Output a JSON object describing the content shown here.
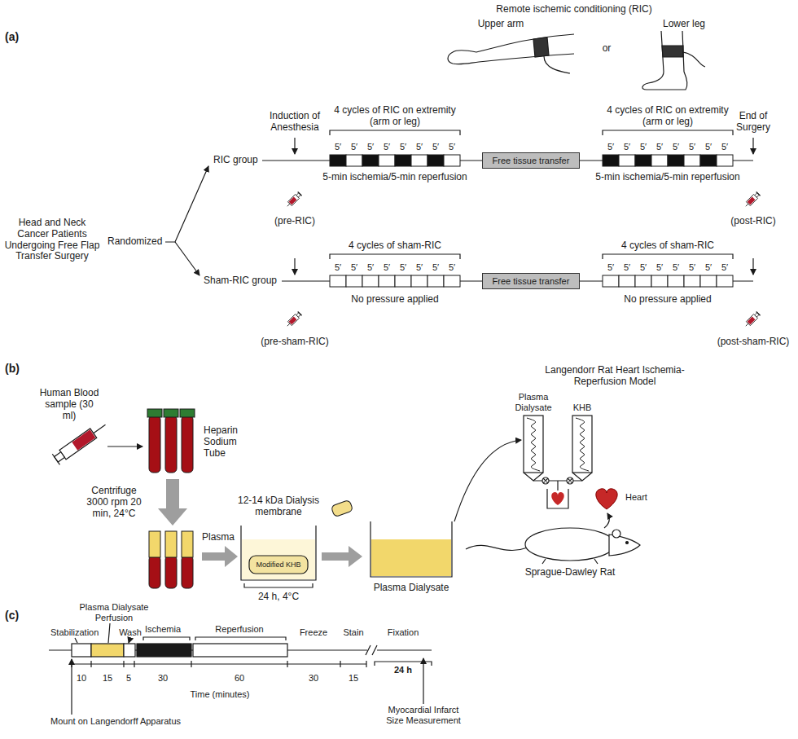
{
  "diagram": {
    "nodes": [
      {
        "text": [
          "Free tissue transfer"
        ]
      },
      {
        "text": [
          "Free tissue transfer"
        ]
      }
    ],
    "labels": [
      "(a)",
      "Remote ischemic conditioning (RIC)",
      "Upper arm",
      "or",
      "Lower leg",
      "Head and Neck Cancer Patients Undergoing Free Flap Transfer Surgery",
      "Randomized",
      "RIC group",
      "Induction of Anesthesia",
      "4 cycles of RIC on extremity (arm or leg)",
      "4 cycles of RIC on extremity (arm or leg)",
      "End of Surgery",
      "5-min ischemia/5-min reperfusion",
      "5-min ischemia/5-min reperfusion",
      "(pre-RIC)",
      "(post-RIC)",
      "Sham-RIC group",
      "4 cycles of sham-RIC",
      "4 cycles of sham-RIC",
      "No pressure applied",
      "No pressure applied",
      "(pre-sham-RIC)",
      "(post-sham-RIC)",
      "5′",
      "5′",
      "5′",
      "5′",
      "5′",
      "5′",
      "5′",
      "5′",
      "5′",
      "5′",
      "5′",
      "5′",
      "5′",
      "5′",
      "5′",
      "5′",
      "5′",
      "5′",
      "5′",
      "5′",
      "5′",
      "5′",
      "5′",
      "5′",
      "5′",
      "5′",
      "5′",
      "5′",
      "5′",
      "5′",
      "5′",
      "5′",
      "(b)",
      "Human Blood sample (30 ml)",
      "Heparin Sodium Tube",
      "Centrifuge 3000 rpm 20 min, 24°C",
      "Plasma",
      "12-14 kDa Dialysis membrane",
      "Modified KHB",
      "24 h, 4°C",
      "Plasma Dialysate",
      "Langendorr Rat Heart Ischemia-Reperfusion Model",
      "Plasma Dialysate",
      "KHB",
      "Heart",
      "Sprague-Dawley Rat",
      "(c)",
      "Plasma Dialysate Perfusion",
      "Stabilization",
      "Wash",
      "Ischemia",
      "Reperfusion",
      "Freeze",
      "Stain",
      "Fixation",
      "24 h",
      "10",
      "15",
      "5",
      "30",
      "60",
      "30",
      "15",
      "Time (minutes)",
      "Mount on Langendorff Apparatus",
      "Myocardial Infarct Size Measurement"
    ]
  }
}
